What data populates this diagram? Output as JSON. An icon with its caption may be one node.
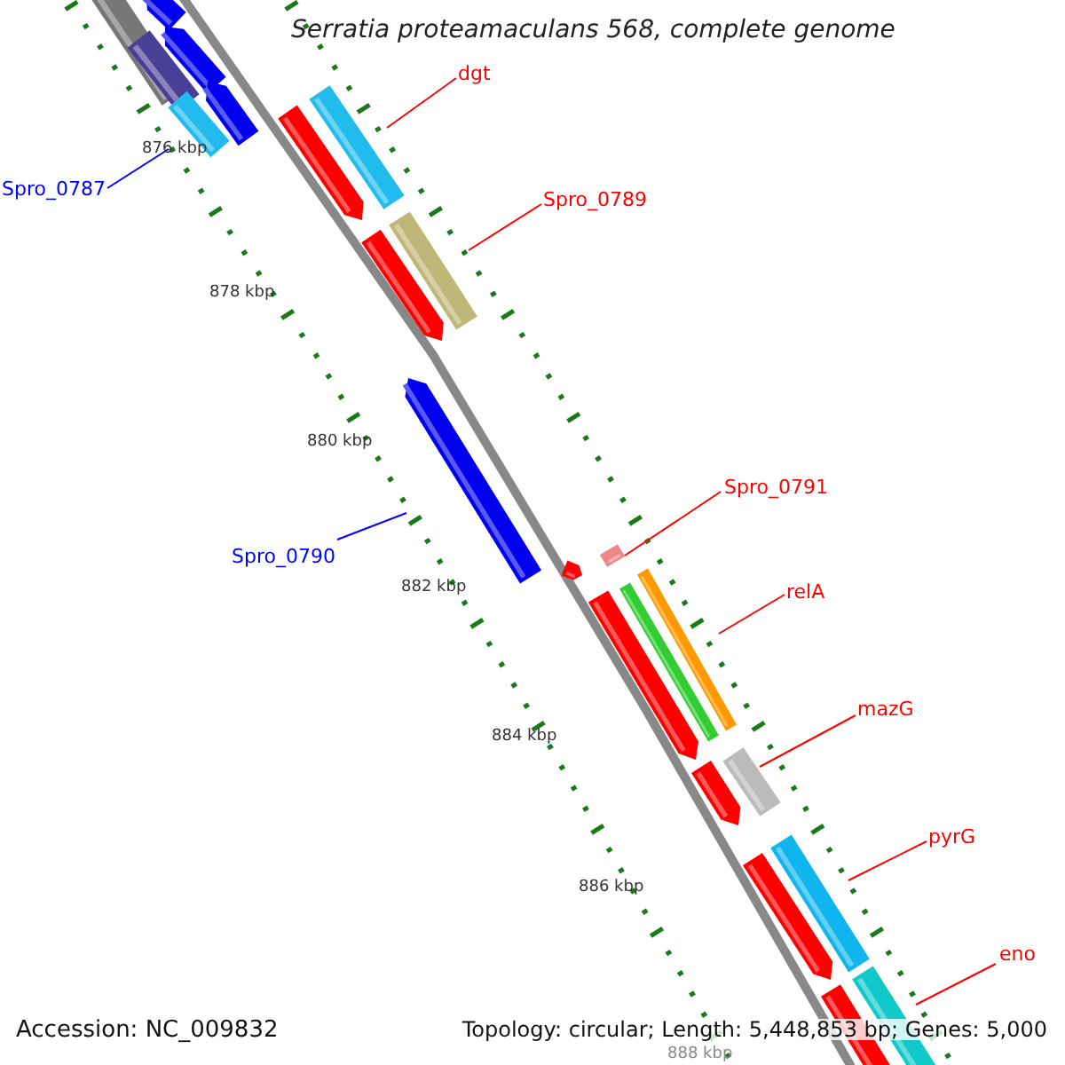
{
  "diagram": {
    "title": "Serratia proteamaculans 568, complete genome",
    "nodes": [
      {
        "text": [
          "dgt"
        ]
      },
      {
        "text": [],
        "shape": "bar"
      },
      {
        "text": [
          "Spro_0789"
        ]
      },
      {
        "text": [],
        "shape": "bar"
      },
      {
        "text": [
          "Spro_0787"
        ]
      },
      {
        "text": [],
        "shape": "bar"
      },
      {
        "text": [
          "Spro_0790"
        ]
      },
      {
        "text": [],
        "shape": "bar"
      },
      {
        "text": [
          "Spro_0791"
        ]
      },
      {
        "text": [],
        "shape": "bar"
      },
      {
        "text": [
          "relA"
        ]
      },
      {
        "text": [],
        "shape": "bar"
      },
      {
        "text": [
          "mazG"
        ]
      },
      {
        "text": [],
        "shape": "bar"
      },
      {
        "text": [
          "pyrG"
        ]
      },
      {
        "text": [],
        "shape": "bar"
      },
      {
        "text": [
          "eno"
        ]
      },
      {
        "text": [],
        "shape": "bar"
      }
    ],
    "edges": [
      {
        "from": 0,
        "to": 1,
        "arrow": "none"
      },
      {
        "from": 2,
        "to": 3,
        "arrow": "none"
      },
      {
        "from": 4,
        "to": 5,
        "arrow": "none",
        "color": "#0000ff"
      },
      {
        "from": 6,
        "to": 7,
        "arrow": "none",
        "color": "#0000ff"
      },
      {
        "from": 8,
        "to": 9,
        "arrow": "none"
      },
      {
        "from": 10,
        "to": 11,
        "arrow": "none"
      },
      {
        "from": 12,
        "to": 13,
        "arrow": "none"
      },
      {
        "from": 14,
        "to": 15,
        "arrow": "none"
      },
      {
        "from": 16,
        "to": 17,
        "arrow": "none"
      }
    ],
    "labels": [
      "876 kbp",
      "878 kbp",
      "880 kbp",
      "882 kbp",
      "884 kbp",
      "886 kbp",
      "888 kbp",
      "Accession: NC_009832",
      "Topology: circular; Length: 5,448,853 bp; Genes: 5,000"
    ]
  }
}
